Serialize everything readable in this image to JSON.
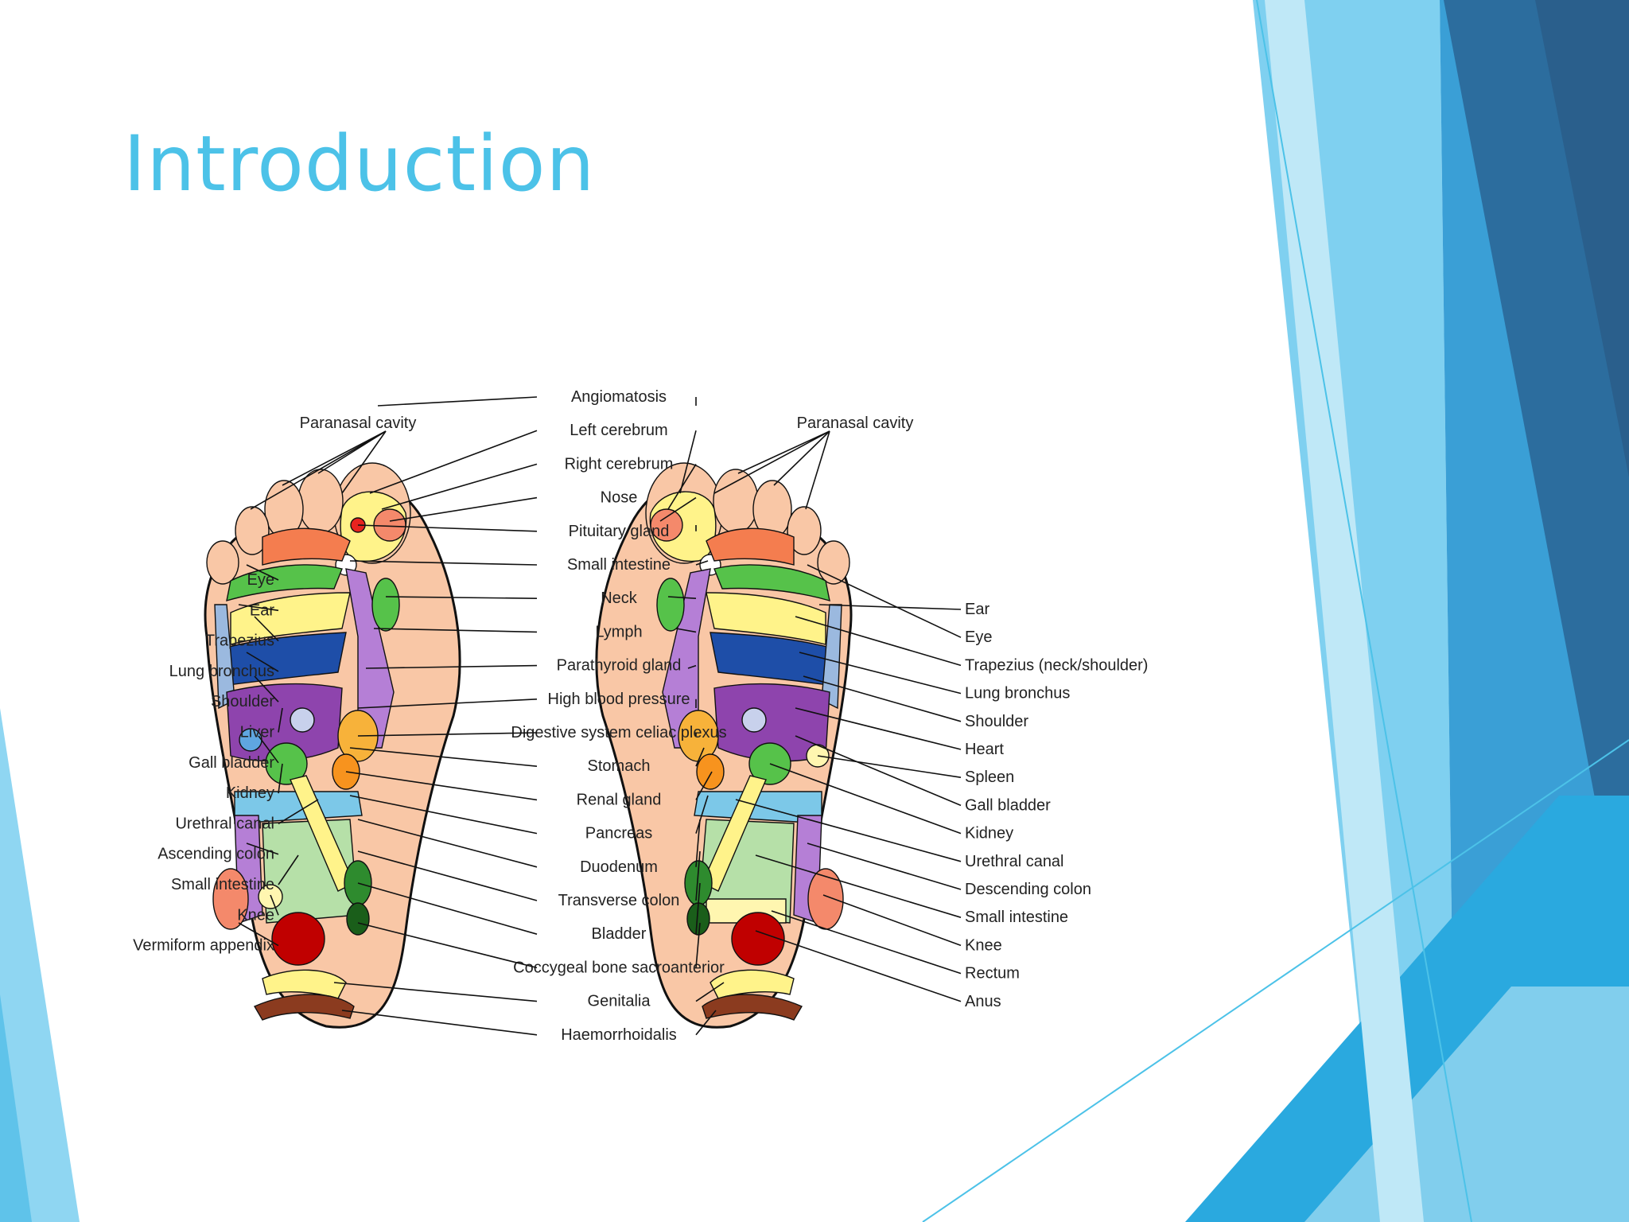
{
  "slide": {
    "title": "Introduction"
  },
  "colors": {
    "accent": "#4cc2e8",
    "deco_light": "#8fd6f2",
    "deco_mid": "#3aa7dc",
    "deco_dark": "#2d6fa0"
  },
  "diagram": {
    "left_foot": {
      "top_label": "Paranasal cavity",
      "labels": [
        "Eye",
        "Ear",
        "Trapezius",
        "Lung bronchus",
        "Shoulder",
        "Liver",
        "Gall bladder",
        "Kidney",
        "Urethral canal",
        "Ascending colon",
        "Small intestine",
        "Knee",
        "Vermiform appendix"
      ]
    },
    "center_labels": [
      "Angiomatosis",
      "Left cerebrum",
      "Right cerebrum",
      "Nose",
      "Pituitary gland",
      "Small intestine",
      "Neck",
      "Lymph",
      "Parathyroid gland",
      "High blood pressure",
      "Digestive system celiac plexus",
      "Stomach",
      "Renal gland",
      "Pancreas",
      "Duodenum",
      "Transverse colon",
      "Bladder",
      "Coccygeal bone sacroanterior",
      "Genitalia",
      "Haemorrhoidalis"
    ],
    "right_foot": {
      "top_label": "Paranasal cavity",
      "labels": [
        "Ear",
        "Eye",
        "Trapezius (neck/shoulder)",
        "Lung bronchus",
        "Shoulder",
        "Heart",
        "Spleen",
        "Gall bladder",
        "Kidney",
        "Urethral canal",
        "Descending colon",
        "Small intestine",
        "Knee",
        "Rectum",
        "Anus"
      ]
    }
  }
}
